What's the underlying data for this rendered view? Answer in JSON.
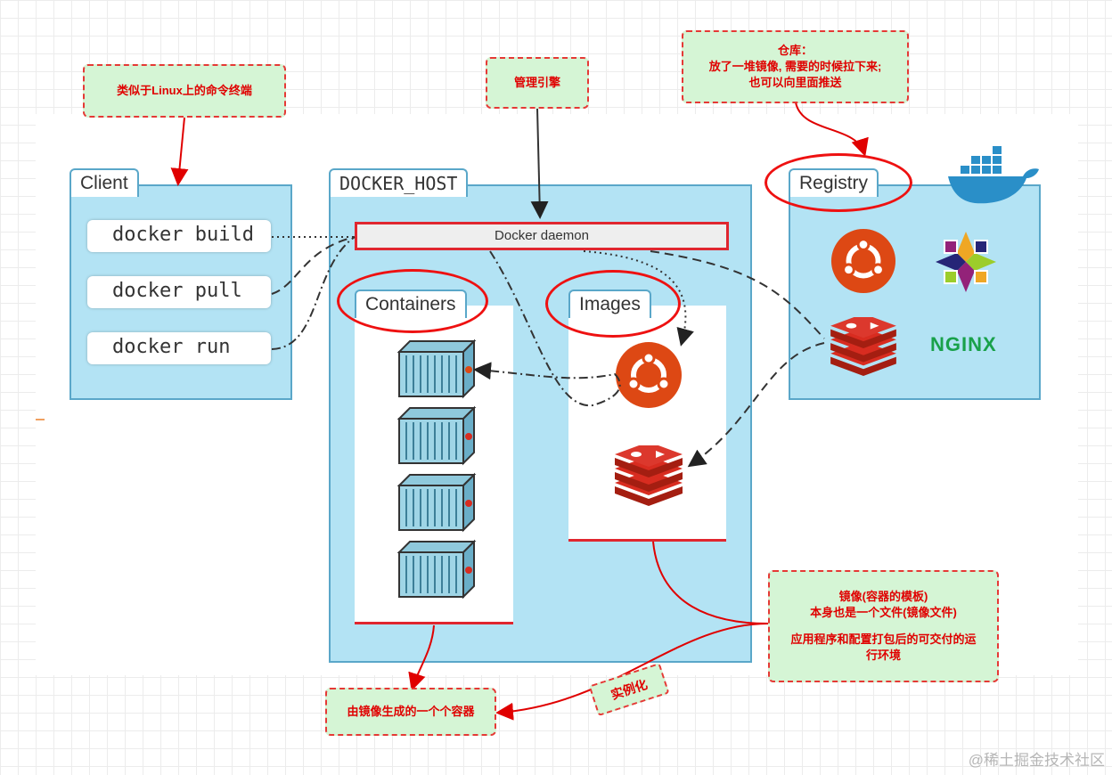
{
  "client": {
    "title": "Client",
    "commands": [
      "docker build",
      "docker pull",
      "docker run"
    ]
  },
  "host": {
    "title": "DOCKER_HOST",
    "daemon": "Docker daemon",
    "containers_title": "Containers",
    "images_title": "Images"
  },
  "registry": {
    "title": "Registry",
    "nginx_label": "NGINX"
  },
  "notes": {
    "client_note": "类似于Linux上的命令终端",
    "daemon_note": "管理引擎",
    "registry_note": [
      "仓库：",
      "放了一堆镜像, 需要的时候拉下来;",
      "也可以向里面推送"
    ],
    "image_note": [
      "镜像(容器的模板)",
      "本身也是一个文件(镜像文件)",
      "",
      "应用程序和配置打包后的可交付的运",
      "行环境"
    ],
    "container_note": "由镜像生成的一个个容器",
    "instantiate": "实例化"
  },
  "watermark": "@稀土掘金技术社区",
  "colors": {
    "box_fill": "#b3e3f4",
    "box_border": "#5aa7c9",
    "note_fill": "#d5f5d5",
    "annotation_red": "#e00000",
    "ubuntu_orange": "#dd4814",
    "redis_red": "#d82c20",
    "nginx_green": "#19a14a"
  }
}
